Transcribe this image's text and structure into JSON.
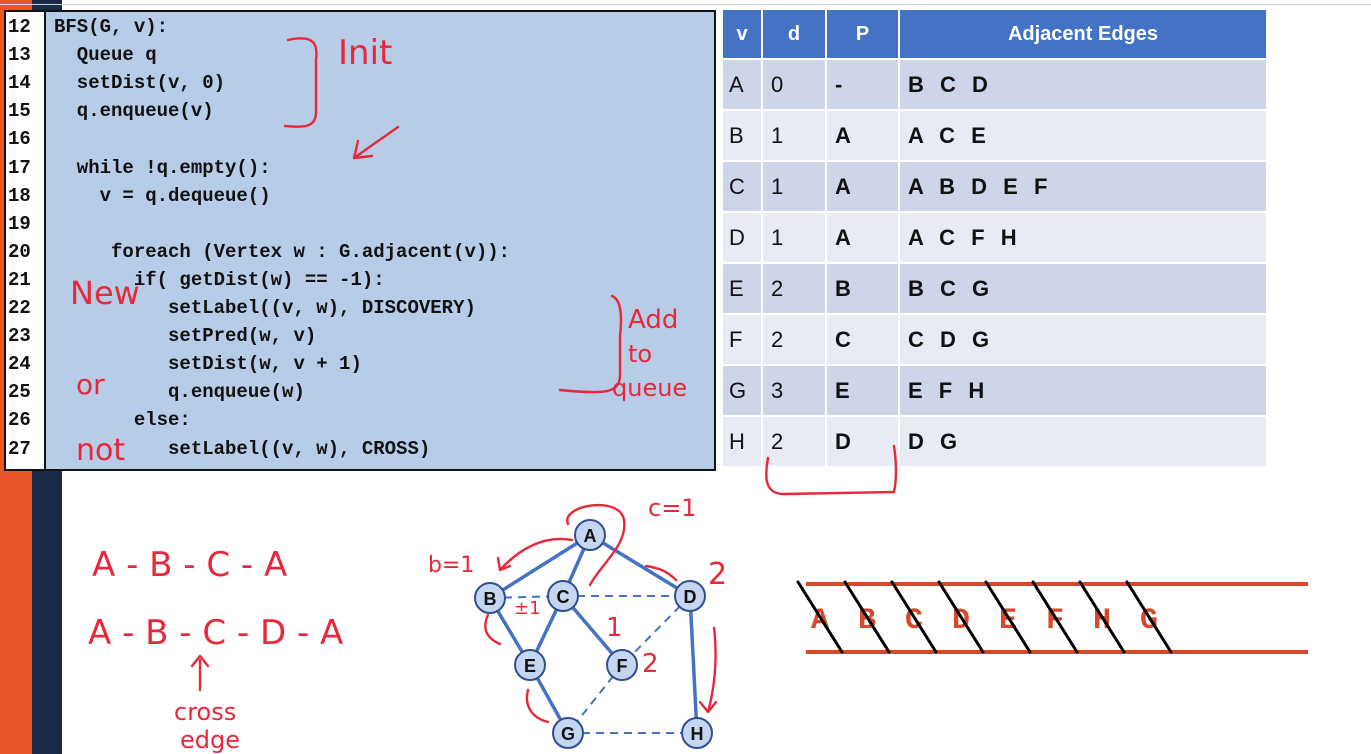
{
  "code": {
    "lines": [
      {
        "no": "12",
        "text": "BFS(G, v):"
      },
      {
        "no": "13",
        "text": "  Queue q"
      },
      {
        "no": "14",
        "text": "  setDist(v, 0)"
      },
      {
        "no": "15",
        "text": "  q.enqueue(v)"
      },
      {
        "no": "16",
        "text": ""
      },
      {
        "no": "17",
        "text": "  while !q.empty():"
      },
      {
        "no": "18",
        "text": "    v = q.dequeue()"
      },
      {
        "no": "19",
        "text": ""
      },
      {
        "no": "20",
        "text": "     foreach (Vertex w : G.adjacent(v)):"
      },
      {
        "no": "21",
        "text": "       if( getDist(w) == -1):"
      },
      {
        "no": "22",
        "text": "          setLabel((v, w), DISCOVERY)"
      },
      {
        "no": "23",
        "text": "          setPred(w, v)"
      },
      {
        "no": "24",
        "text": "          setDist(w, v + 1)"
      },
      {
        "no": "25",
        "text": "          q.enqueue(w)"
      },
      {
        "no": "26",
        "text": "       else:"
      },
      {
        "no": "27",
        "text": "          setLabel((v, w), CROSS)"
      }
    ]
  },
  "table": {
    "headers": [
      "v",
      "d",
      "P",
      "Adjacent Edges"
    ],
    "rows": [
      {
        "v": "A",
        "d": "0",
        "p": "-",
        "adj": "B C D"
      },
      {
        "v": "B",
        "d": "1",
        "p": "A",
        "adj": "A C E"
      },
      {
        "v": "C",
        "d": "1",
        "p": "A",
        "adj": "A B D E F"
      },
      {
        "v": "D",
        "d": "1",
        "p": "A",
        "adj": "A C F H"
      },
      {
        "v": "E",
        "d": "2",
        "p": "B",
        "adj": "B C G"
      },
      {
        "v": "F",
        "d": "2",
        "p": "C",
        "adj": "C D G"
      },
      {
        "v": "G",
        "d": "3",
        "p": "E",
        "adj": "E F H"
      },
      {
        "v": "H",
        "d": "2",
        "p": "D",
        "adj": "D G"
      }
    ]
  },
  "graph": {
    "nodes": [
      "A",
      "B",
      "C",
      "D",
      "E",
      "F",
      "G",
      "H"
    ]
  },
  "queue": {
    "letters": [
      "A",
      "B",
      "C",
      "D",
      "E",
      "F",
      "H",
      "G"
    ]
  },
  "annotations": {
    "init": "Init",
    "new": "New",
    "or": "or",
    "not": "not",
    "add_to_queue_1": "Add",
    "add_to_queue_2": "to",
    "add_to_queue_3": "queue",
    "cycle_1": "A - B - C - A",
    "cycle_2": "A - B - C - D - A",
    "cross_1": "cross",
    "cross_2": "edge",
    "c_eq_1": "c=1",
    "b_eq_1": "b=1",
    "mark_2": "2",
    "mark_1a": "±1",
    "mark_1b": "1",
    "mark_2b": "2"
  },
  "colors": {
    "strip_orange": "#e8562a",
    "strip_navy": "#1b2a47",
    "code_bg": "#b7cce6",
    "table_header": "#4472c4",
    "table_row_odd": "#cfd5e8",
    "table_row_even": "#e8ebf4",
    "graph_edge": "#4472c4",
    "node_fill": "#c5d6f0",
    "ink": "#e8283a"
  }
}
